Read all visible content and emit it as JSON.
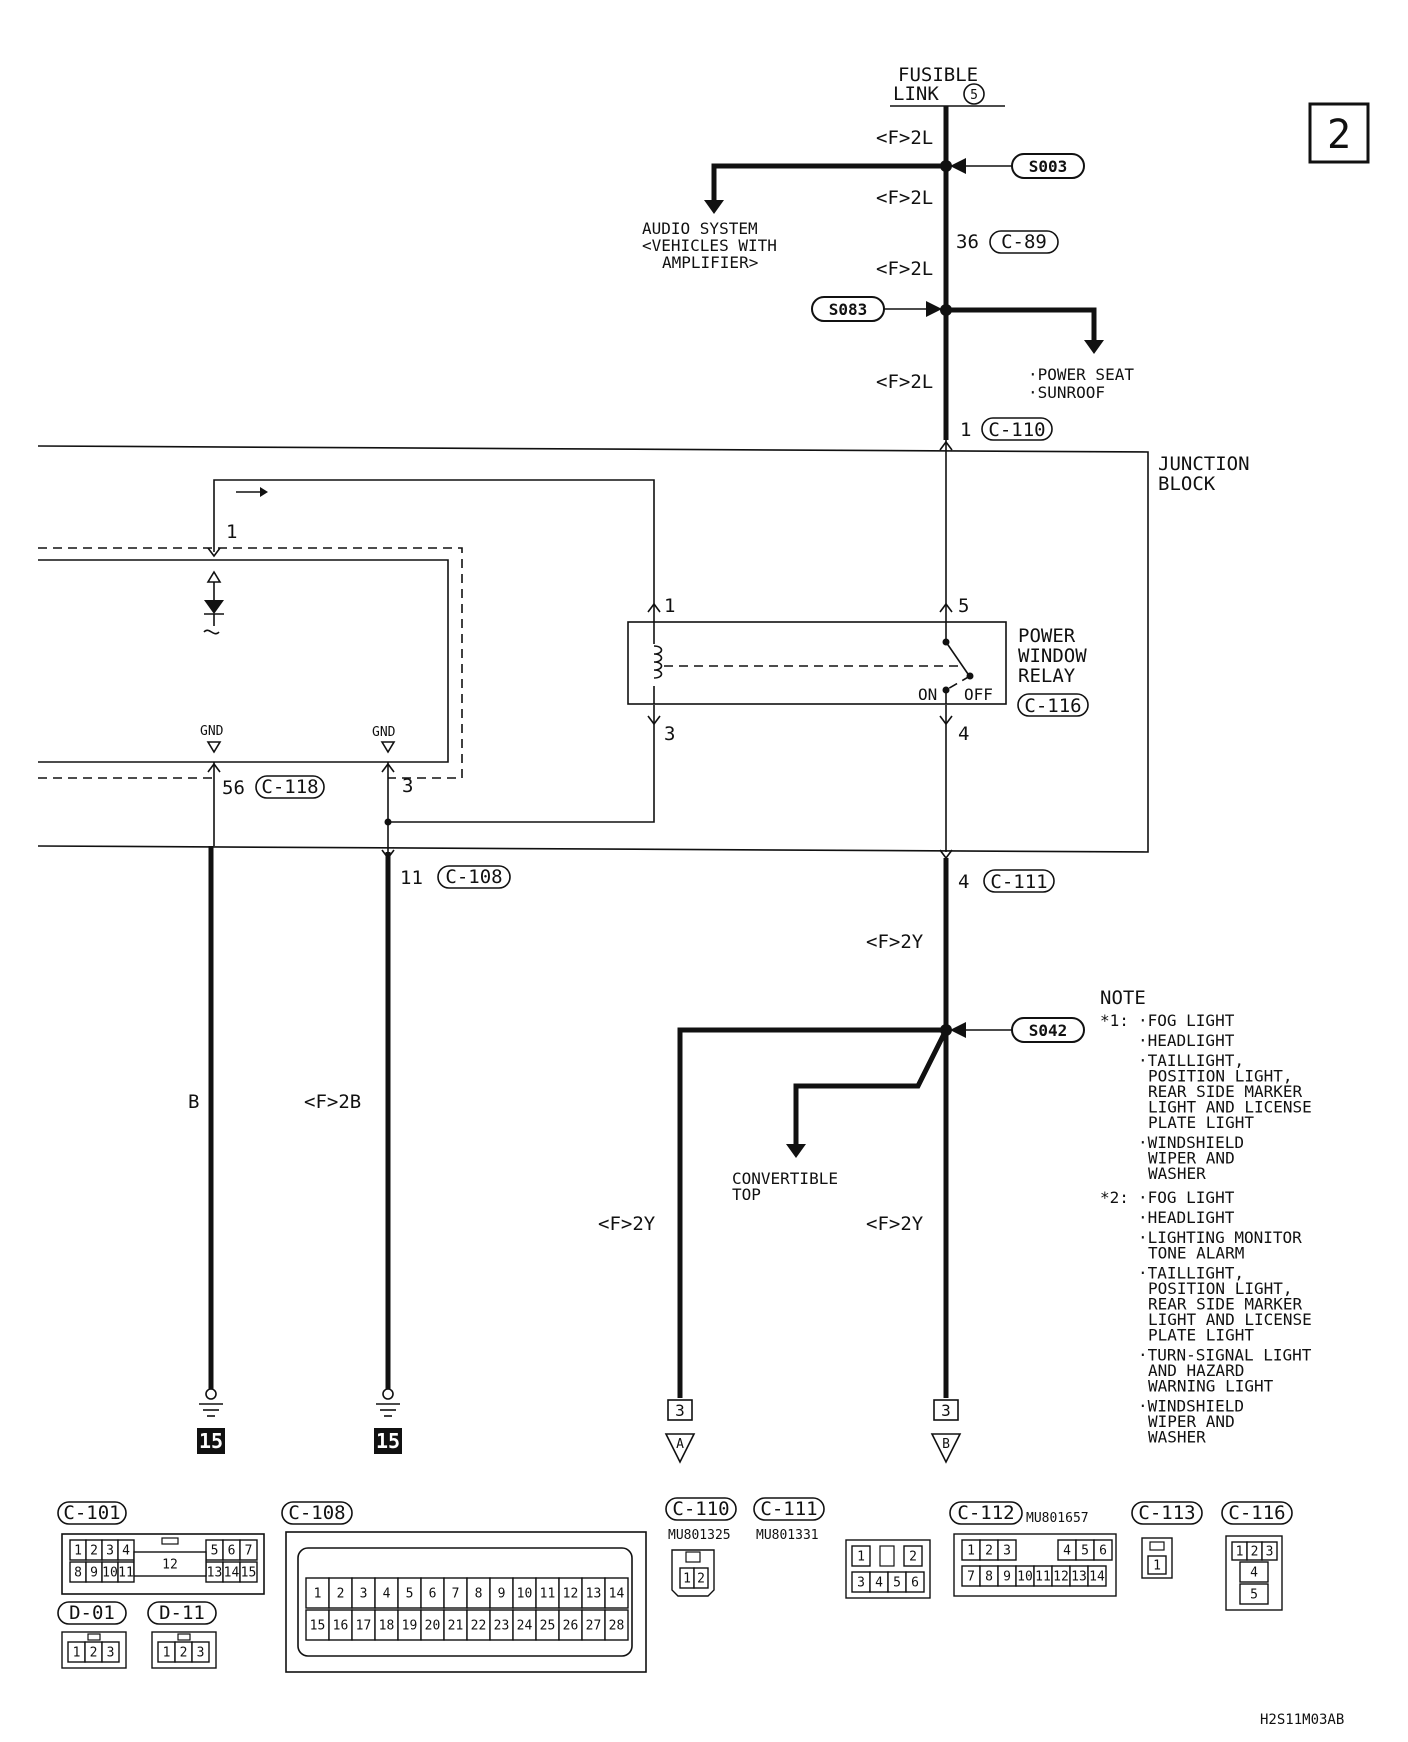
{
  "page_number": "2",
  "fusible_link": {
    "line1": "FUSIBLE",
    "line2": "LINK",
    "number": "5"
  },
  "wire_codes": {
    "f2l_1": "<F>2L",
    "f2l_2": "<F>2L",
    "f2l_3": "<F>2L",
    "f2l_4": "<F>2L",
    "f2y_main": "<F>2Y",
    "f2y_left": "<F>2Y",
    "f2y_right": "<F>2Y",
    "b_ground": "B",
    "f2b_ground": "<F>2B"
  },
  "splices": {
    "s003": "S003",
    "s083": "S083",
    "s042": "S042"
  },
  "branches": {
    "audio": [
      "AUDIO SYSTEM",
      "<VEHICLES WITH",
      "AMPLIFIER>"
    ],
    "power_seat": "·POWER SEAT",
    "sunroof": "·SUNROOF",
    "convertible": [
      "CONVERTIBLE",
      "TOP"
    ]
  },
  "connector_labels": {
    "c89": {
      "pin": "36",
      "name": "C-89"
    },
    "c110": {
      "pin": "1",
      "name": "C-110"
    },
    "c116": {
      "name": "C-116"
    },
    "c118": {
      "pin": "56",
      "name": "C-118"
    },
    "c108": {
      "pin": "11",
      "name": "C-108"
    },
    "c111": {
      "pin": "4",
      "name": "C-111"
    }
  },
  "junction_block": [
    "JUNCTION",
    "BLOCK"
  ],
  "relay": {
    "lines": [
      "POWER",
      "WINDOW",
      "RELAY"
    ],
    "on": "ON",
    "off": "OFF"
  },
  "pins": {
    "relay_1": "1",
    "relay_3": "3",
    "relay_5": "5",
    "relay_4": "4",
    "inner_1": "1",
    "inner_3": "3"
  },
  "gnd": [
    "GND",
    "GND"
  ],
  "ground_refs": [
    "15",
    "15"
  ],
  "continuations": [
    {
      "page": "3",
      "letter": "A"
    },
    {
      "page": "3",
      "letter": "B"
    }
  ],
  "note": {
    "title": "NOTE",
    "groups": [
      {
        "marker": "*1:",
        "items": [
          [
            "·FOG LIGHT"
          ],
          [
            "·HEADLIGHT"
          ],
          [
            "·TAILLIGHT,",
            "POSITION LIGHT,",
            "REAR SIDE MARKER",
            "LIGHT AND LICENSE",
            "PLATE LIGHT"
          ],
          [
            "·WINDSHIELD",
            "WIPER AND",
            "WASHER"
          ]
        ]
      },
      {
        "marker": "*2:",
        "items": [
          [
            "·FOG LIGHT"
          ],
          [
            "·HEADLIGHT"
          ],
          [
            "·LIGHTING MONITOR",
            "TONE ALARM"
          ],
          [
            "·TAILLIGHT,",
            "POSITION LIGHT,",
            "REAR SIDE MARKER",
            "LIGHT AND LICENSE",
            "PLATE LIGHT"
          ],
          [
            "·TURN-SIGNAL LIGHT",
            "AND HAZARD",
            "WARNING LIGHT"
          ],
          [
            "·WINDSHIELD",
            "WIPER AND",
            "WASHER"
          ]
        ]
      }
    ]
  },
  "connector_views": {
    "c101": {
      "name": "C-101",
      "row1": [
        "1",
        "2",
        "3",
        "4",
        "5",
        "6",
        "7"
      ],
      "row2": [
        "8",
        "9",
        "10",
        "11",
        "13",
        "14",
        "15"
      ],
      "center": "12"
    },
    "d01": {
      "name": "D-01",
      "pins": [
        "1",
        "2",
        "3"
      ]
    },
    "d11": {
      "name": "D-11",
      "pins": [
        "1",
        "2",
        "3"
      ]
    },
    "c108": {
      "name": "C-108",
      "row1": [
        "1",
        "2",
        "3",
        "4",
        "5",
        "6",
        "7",
        "8",
        "9",
        "10",
        "11",
        "12",
        "13",
        "14"
      ],
      "row2": [
        "15",
        "16",
        "17",
        "18",
        "19",
        "20",
        "21",
        "22",
        "23",
        "24",
        "25",
        "26",
        "27",
        "28"
      ]
    },
    "c110": {
      "name": "C-110",
      "part": "MU801325",
      "pins": [
        "1",
        "2"
      ]
    },
    "c111": {
      "name": "C-111",
      "part": "MU801331",
      "row1": [
        "1",
        "2"
      ],
      "row2": [
        "3",
        "4",
        "5",
        "6"
      ]
    },
    "c112": {
      "name": "C-112",
      "part": "MU801657",
      "row1": [
        "1",
        "2",
        "3",
        "4",
        "5",
        "6"
      ],
      "row2": [
        "7",
        "8",
        "9",
        "10",
        "11",
        "12",
        "13",
        "14"
      ]
    },
    "c113": {
      "name": "C-113",
      "pins": [
        "1"
      ]
    },
    "c116": {
      "name": "C-116",
      "pins": [
        "1",
        "2",
        "3",
        "4",
        "5"
      ]
    }
  },
  "diagram_code": "H2S11M03AB"
}
